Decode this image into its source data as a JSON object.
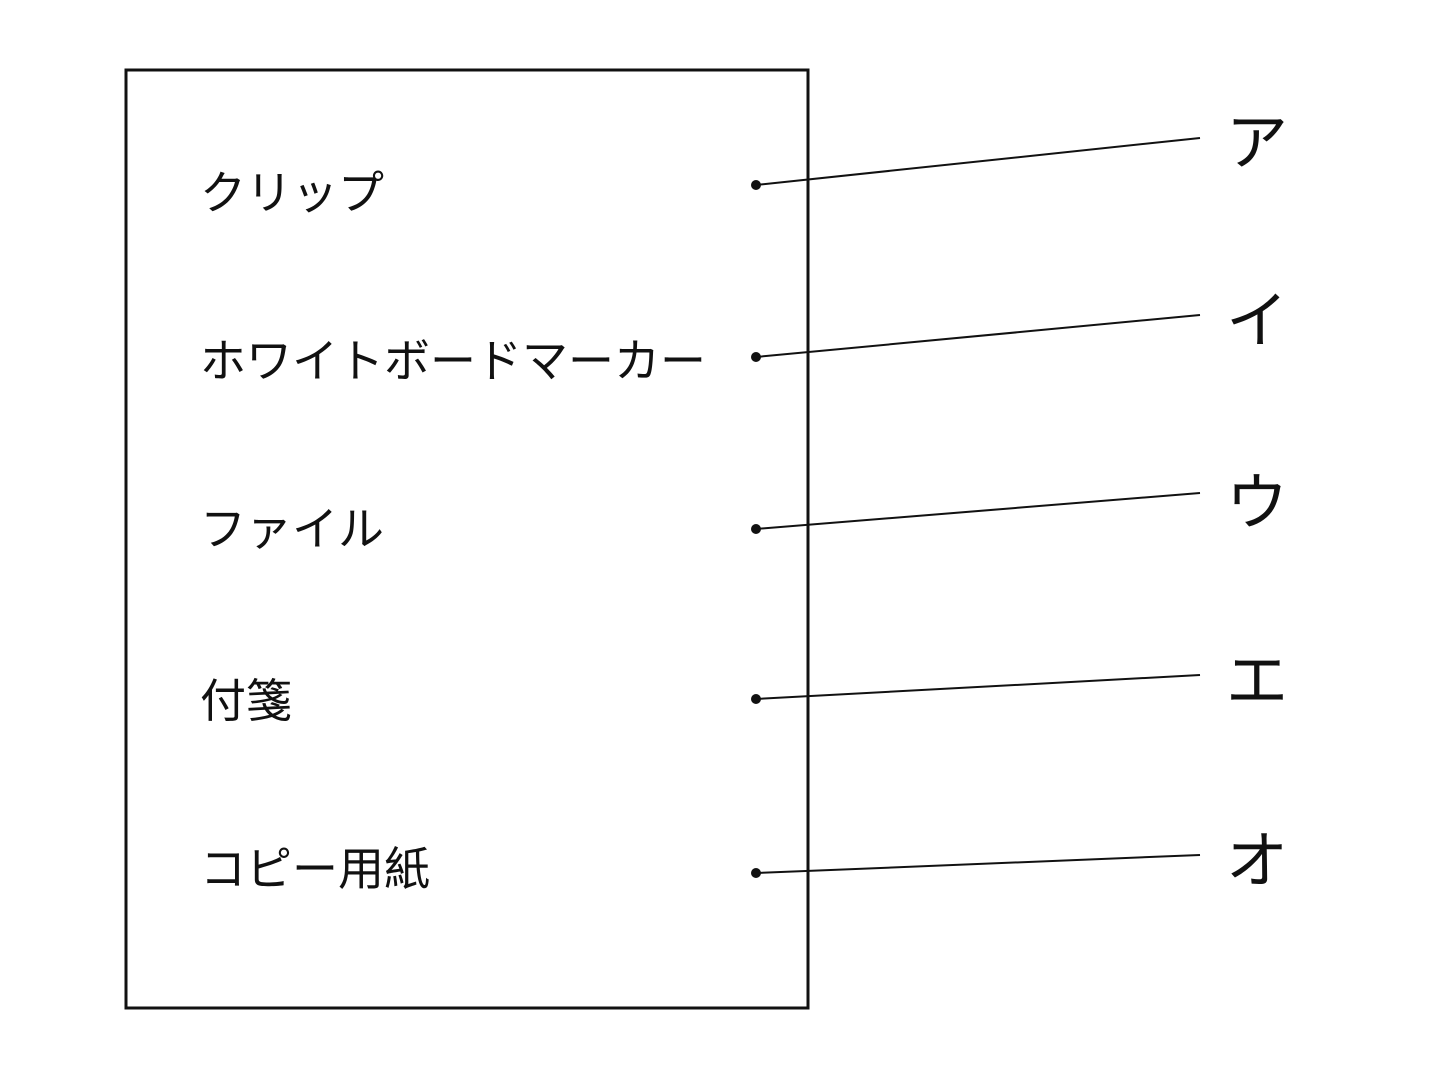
{
  "items": [
    {
      "label": "クリップ"
    },
    {
      "label": "ホワイトボードマーカー"
    },
    {
      "label": "ファイル"
    },
    {
      "label": "付箋"
    },
    {
      "label": "コピー用紙"
    }
  ],
  "choices": [
    {
      "label": "ア"
    },
    {
      "label": "イ"
    },
    {
      "label": "ウ"
    },
    {
      "label": "エ"
    },
    {
      "label": "オ"
    }
  ],
  "colors": {
    "ink": "#111111",
    "background": "#ffffff"
  }
}
